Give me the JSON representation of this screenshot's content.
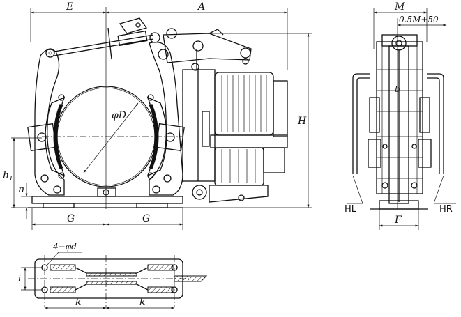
{
  "labels": {
    "E": "E",
    "A": "A",
    "M": "M",
    "half_m": "0.5M+50",
    "H": "H",
    "D": "φD",
    "h1": "h",
    "h1_sub": "1",
    "n": "n",
    "G_left": "G",
    "G_right": "G",
    "b": "b",
    "F": "F",
    "HL": "HL",
    "HR": "HR",
    "holes": "4−φd",
    "i": "i",
    "k_left": "k",
    "k_right": "k"
  }
}
